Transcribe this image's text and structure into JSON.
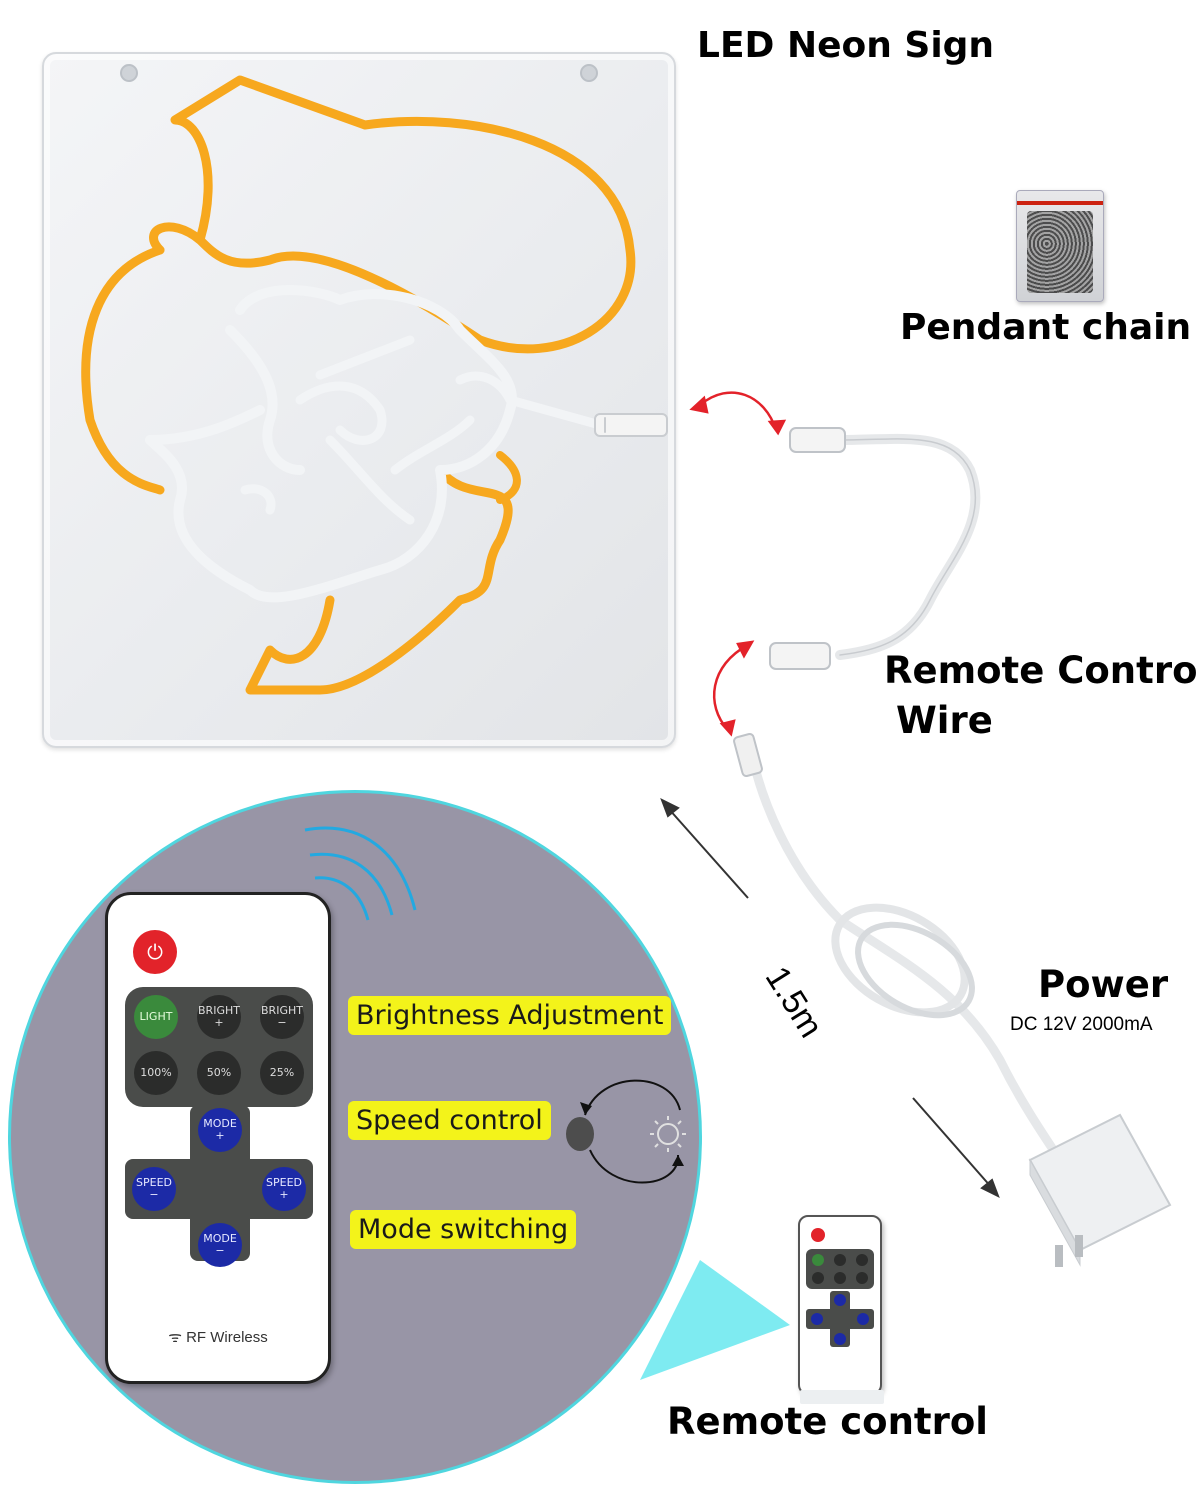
{
  "labels": {
    "sign_title": "LED Neon Sign",
    "pendant_chain": "Pendant chain",
    "remote_wire_line1": "Remote Control",
    "remote_wire_line2": "Wire",
    "power_title": "Power",
    "power_spec": "DC 12V 2000mA",
    "cable_length": "1.5m",
    "remote_control": "Remote control"
  },
  "features": {
    "brightness": "Brightness Adjustment",
    "speed": "Speed control",
    "mode": "Mode switching"
  },
  "remote": {
    "buttons": {
      "light": "LIGHT",
      "bright_plus": "BRIGHT +",
      "bright_minus": "BRIGHT −",
      "p100": "100%",
      "p50": "50%",
      "p25": "25%",
      "mode_plus": "MODE +",
      "speed_minus": "SPEED −",
      "speed_plus": "SPEED +",
      "mode_minus": "MODE −"
    },
    "brand": "RF Wireless"
  },
  "colors": {
    "neon_orange": "#f7a81e",
    "neon_white": "#f2f4f6",
    "circle_bg": "#9895a6",
    "circle_border": "#4fd6df",
    "label_bg": "#f3f31a",
    "arrow_red": "#e3222a"
  }
}
